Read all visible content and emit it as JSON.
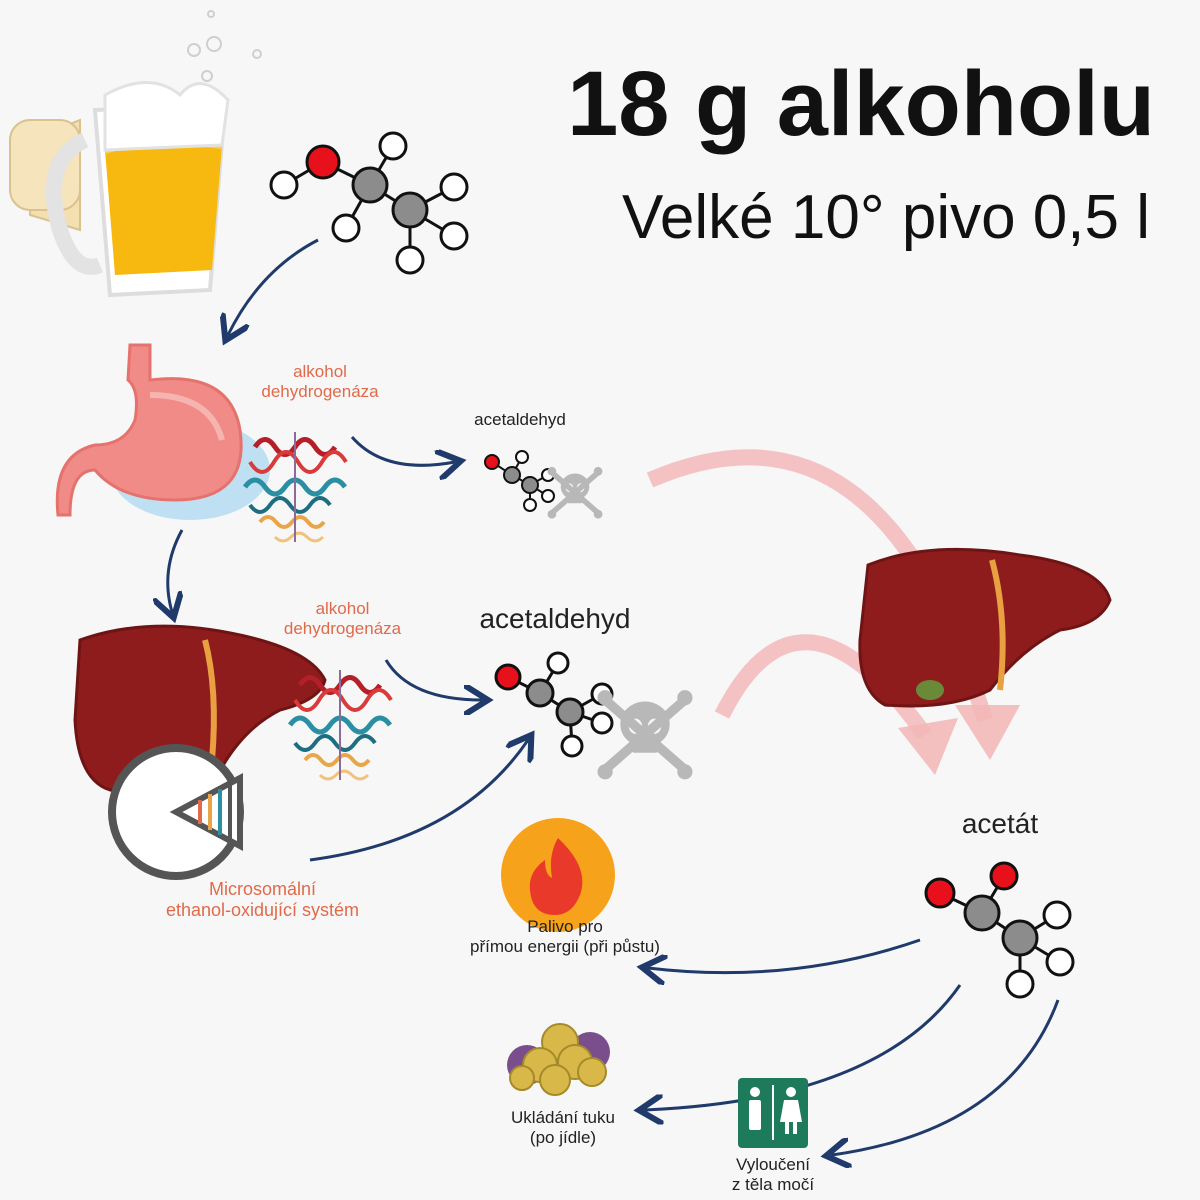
{
  "header": {
    "title": "18 g alkoholu",
    "subtitle": "Velké 10° pivo 0,5 l"
  },
  "labels": {
    "stomach_enzyme_line1": "alkohol",
    "stomach_enzyme_line2": "dehydrogenáza",
    "stomach_product": "acetaldehyd",
    "liver_enzyme_line1": "alkohol",
    "liver_enzyme_line2": "dehydrogenáza",
    "liver_product": "acetaldehyd",
    "meos_line1": "Microsomální",
    "meos_line2": "ethanol-oxidující systém",
    "acetate": "acetát",
    "fuel_line1": "Palivo pro",
    "fuel_line2": "přímou energii (při půstu)",
    "fat_line1": "Ukládání tuku",
    "fat_line2": "(po jídle)",
    "urine_line1": "Vyloučení",
    "urine_line2": "z těla močí"
  },
  "colors": {
    "arrow": "#1f3a6b",
    "enzyme_text": "#e06a4a",
    "oxygen": "#e8101a",
    "carbon": "#8c8c8c",
    "liver": "#8e1c1c",
    "stomach": "#f08b87",
    "beer": "#f7b90f",
    "toxic_skull": "#b8b8b8",
    "pale_arrow": "#f3b8b8",
    "toilet_sign": "#1d7a5a"
  },
  "icons": [
    "beer-mug-icon",
    "ethanol-molecule-icon",
    "stomach-icon",
    "enzyme-protein-icon",
    "acetaldehyde-molecule-icon",
    "skull-crossbones-icon",
    "liver-icon",
    "meos-cycle-icon",
    "acetate-molecule-icon",
    "fire-icon",
    "fat-droplets-icon",
    "toilet-sign-icon"
  ]
}
